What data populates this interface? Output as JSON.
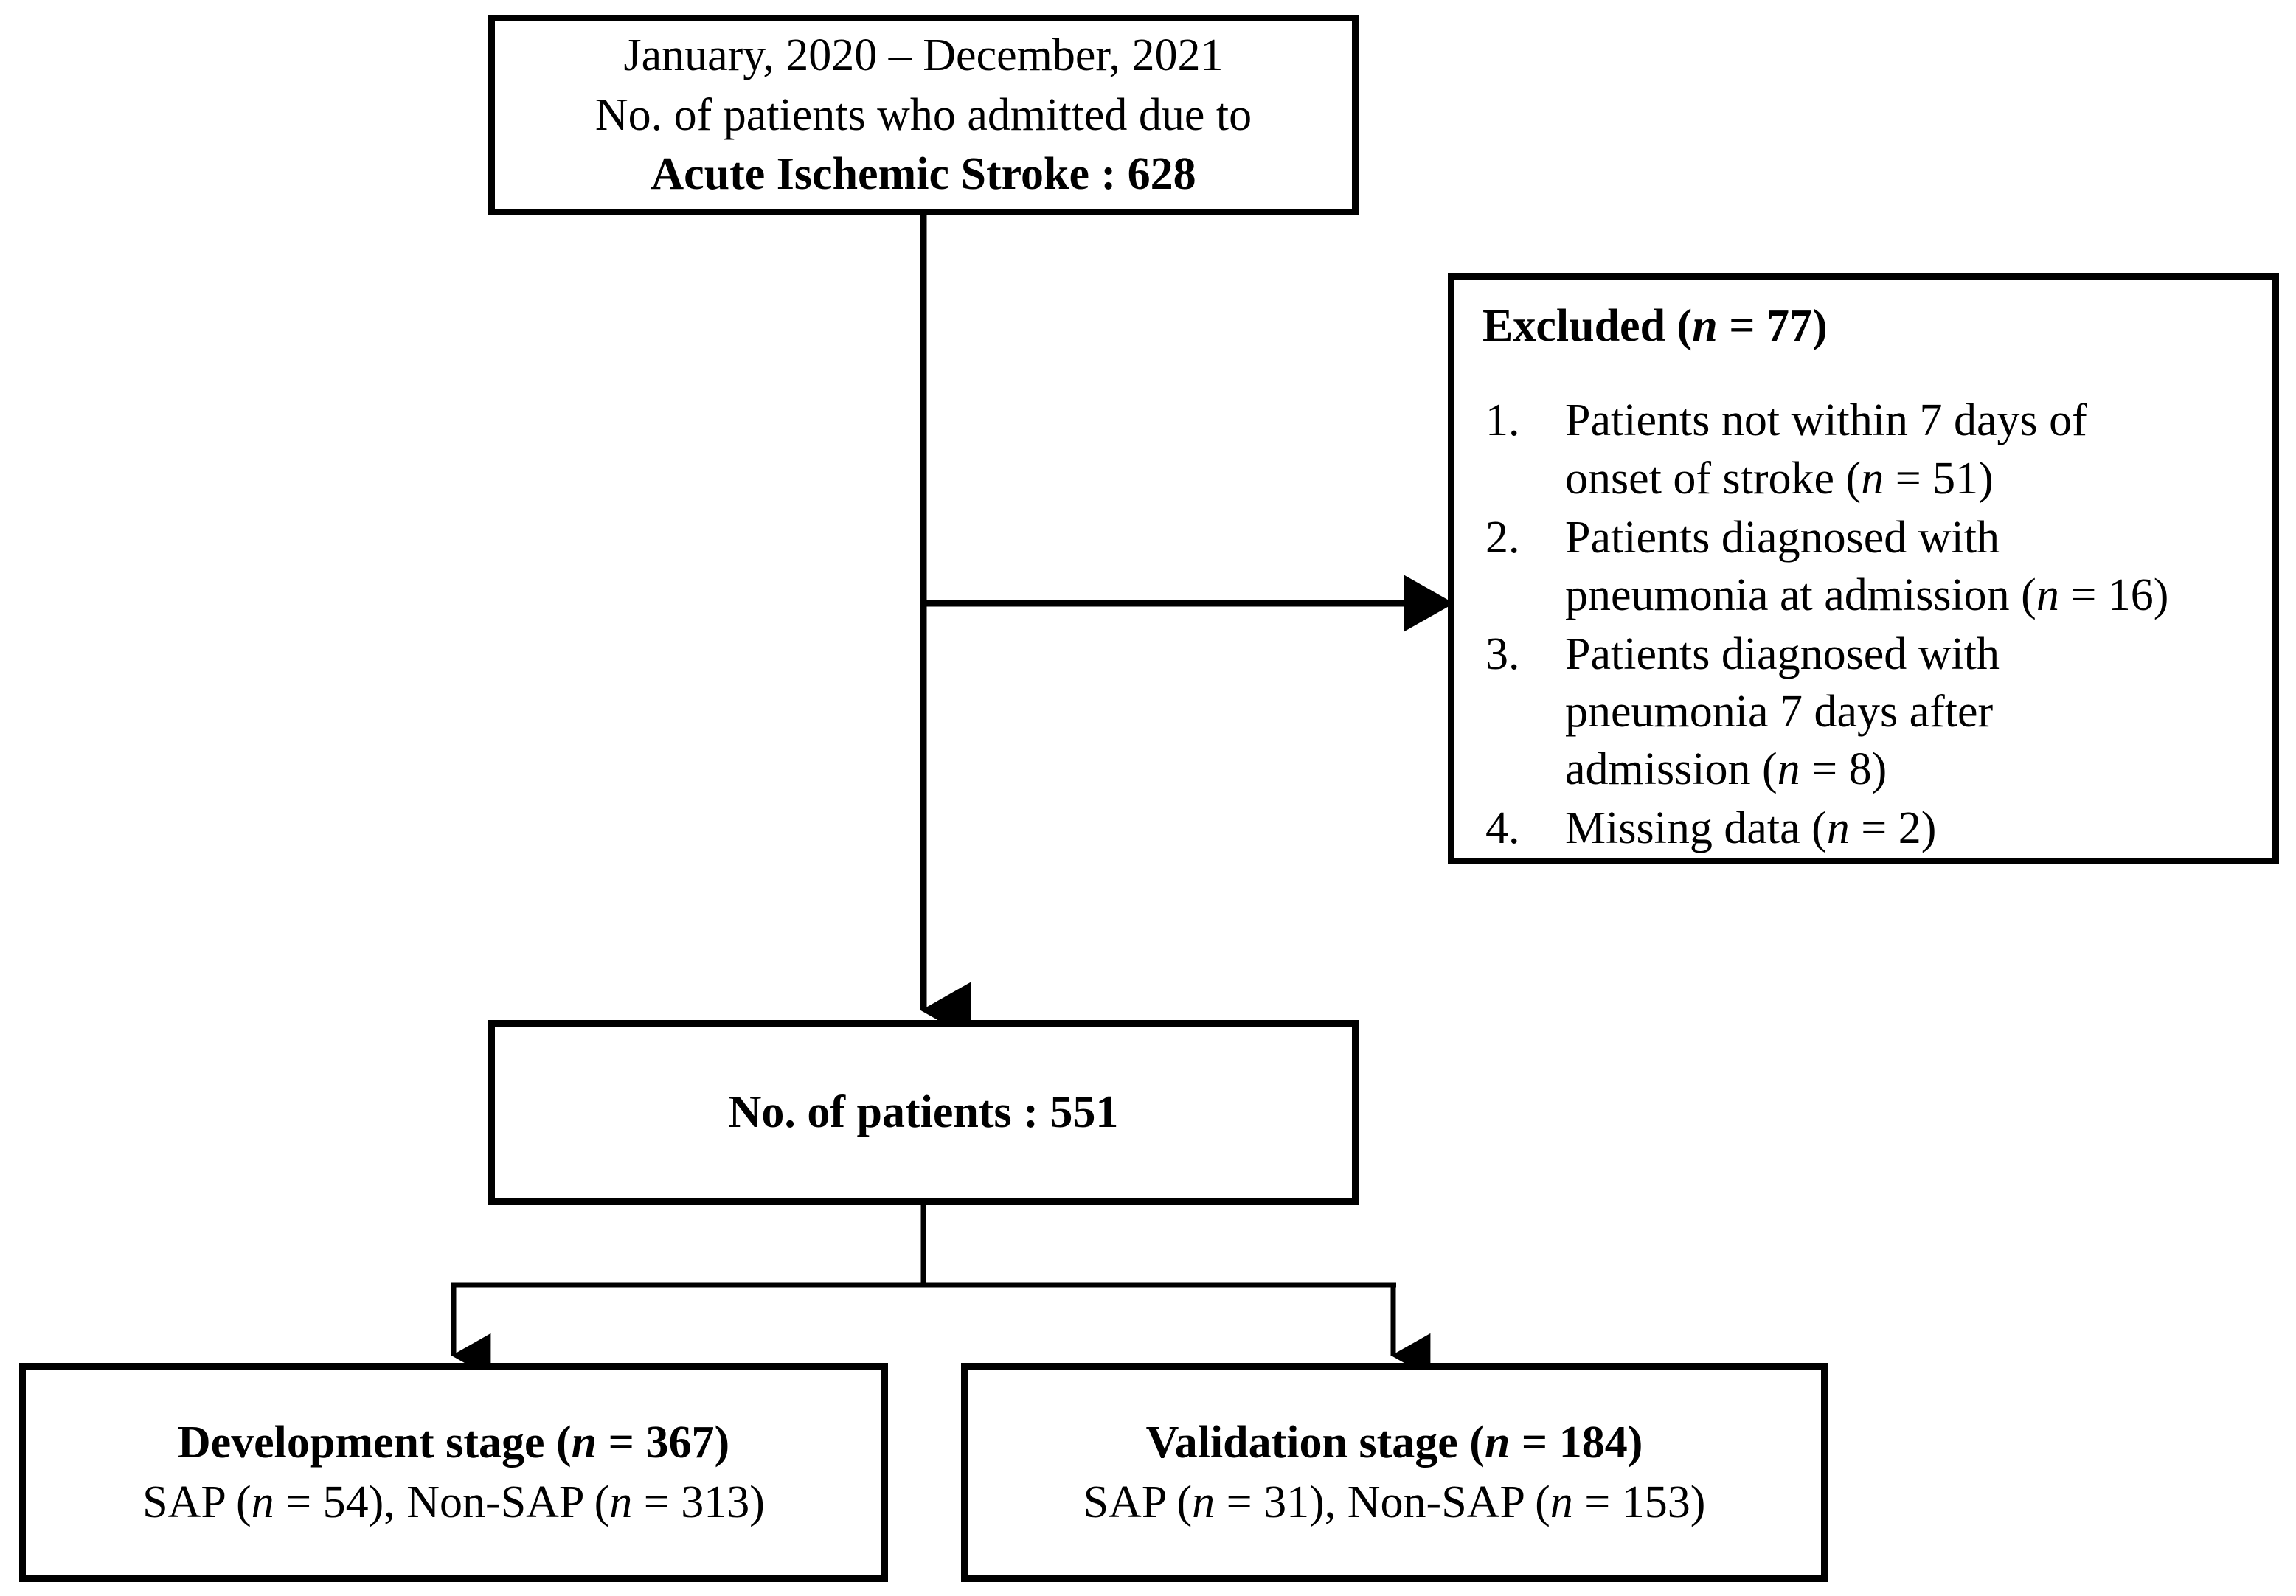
{
  "figure": {
    "type": "study-flow-diagram",
    "title": "Patient selection flow diagram",
    "colors": {
      "box_border": "#000000",
      "box_fill": "#ffffff",
      "connector": "#000000",
      "text": "#000000"
    }
  },
  "nodes": {
    "enrollment": {
      "name": "enrollment-box",
      "lines": [
        {
          "text": "January, 2020 – December, 2021",
          "bold": false
        },
        {
          "text": "No. of patients who admitted due to",
          "bold": false
        },
        {
          "text": "Acute Ischemic Stroke : 628",
          "bold": true
        }
      ],
      "period_start": "January, 2020",
      "period_end": "December, 2021",
      "condition": "Acute Ischemic Stroke",
      "count": 628
    },
    "excluded": {
      "name": "excluded-box",
      "title_prefix": "Excluded (",
      "title_n": "n",
      "title_suffix": " = 77)",
      "total": 77,
      "items": [
        {
          "marker": "1.",
          "line1": "Patients not within 7 days of",
          "line2_prefix": "onset of stroke (",
          "line2_n": "n",
          "line2_suffix": " = 51)",
          "count": 51
        },
        {
          "marker": "2.",
          "line1": "Patients diagnosed with",
          "line2_prefix": "pneumonia at admission (",
          "line2_n": "n",
          "line2_suffix": " = 16)",
          "count": 16
        },
        {
          "marker": "3.",
          "line1": "Patients diagnosed with",
          "line2": "pneumonia 7 days after",
          "line3_prefix": "admission (",
          "line3_n": "n",
          "line3_suffix": " = 8)",
          "count": 8
        },
        {
          "marker": "4.",
          "line1_prefix": "Missing data (",
          "line1_n": "n",
          "line1_suffix": " = 2)",
          "count": 2
        }
      ]
    },
    "included": {
      "name": "included-box",
      "label": "No. of patients : 551",
      "count": 551
    },
    "development": {
      "name": "development-stage-box",
      "title_prefix": "Development stage (",
      "title_n": "n",
      "title_suffix": " = 367)",
      "total": 367,
      "detail_part1": "SAP (",
      "detail_n1": "n",
      "detail_part2": " = 54), Non-SAP (",
      "detail_n2": "n",
      "detail_part3": " = 313)",
      "sap": 54,
      "non_sap": 313
    },
    "validation": {
      "name": "validation-stage-box",
      "title_prefix": "Validation stage (",
      "title_n": "n",
      "title_suffix": " = 184)",
      "total": 184,
      "detail_part1": "SAP (",
      "detail_n1": "n",
      "detail_part2": " = 31), Non-SAP (",
      "detail_n2": "n",
      "detail_part3": " = 153)",
      "sap": 31,
      "non_sap": 153
    }
  },
  "connectors": [
    {
      "name": "enrollment-to-included-trunk",
      "from": "enrollment",
      "to": "included",
      "style": "vertical-arrow"
    },
    {
      "name": "trunk-to-excluded",
      "from": "enrollment",
      "to": "excluded",
      "style": "horizontal-arrow"
    },
    {
      "name": "included-to-development",
      "from": "included",
      "to": "development",
      "style": "elbow-arrow"
    },
    {
      "name": "included-to-validation",
      "from": "included",
      "to": "validation",
      "style": "elbow-arrow"
    }
  ]
}
